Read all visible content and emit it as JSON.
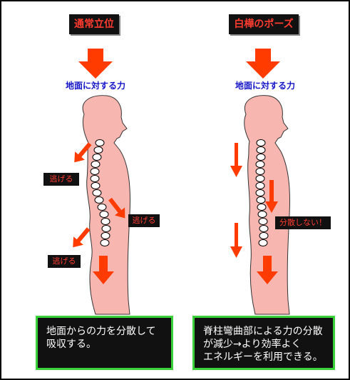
{
  "left": {
    "title": "通常立位",
    "force_label": "地面に対する力",
    "tags": [
      "逃げる",
      "逃げる",
      "逃げる"
    ],
    "caption": "地面からの力を分散して\n吸収する。"
  },
  "right": {
    "title": "白樺のポーズ",
    "force_label": "地面に対する力",
    "tag": "分散しない！",
    "caption": "脊柱彎曲部による力の分散\nが減少→より効率よく\nエネルギーを利用できる。"
  },
  "colors": {
    "body": "#f7b6b0",
    "arrow": "#ff3b00",
    "title_text": "#ff3b30",
    "force_text": "#1515c8",
    "caption_border": "#3bd13b"
  }
}
